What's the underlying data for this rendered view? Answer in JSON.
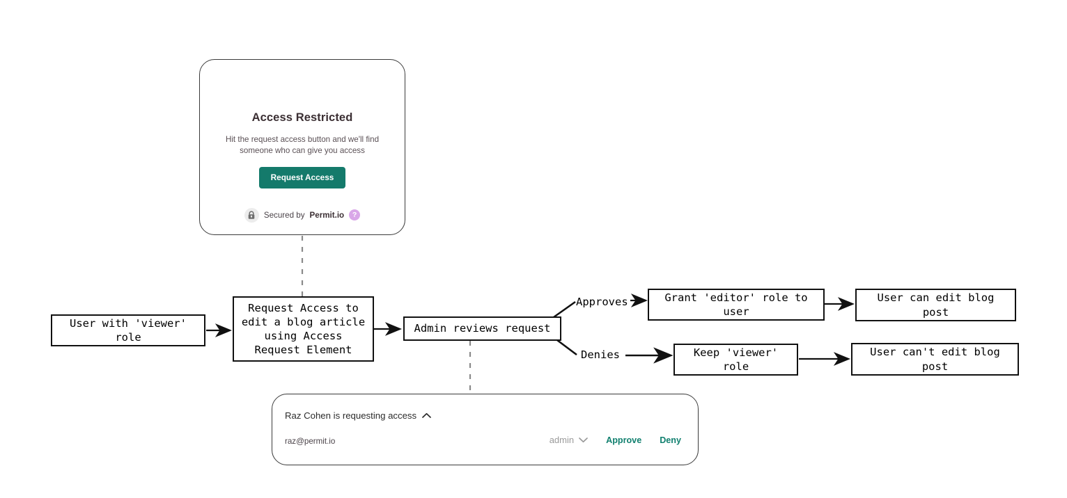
{
  "flow": {
    "nodes": [
      {
        "id": "user-viewer",
        "label": "User with 'viewer'\nrole"
      },
      {
        "id": "request-access",
        "label": "Request Access to\nedit a blog article\nusing Access\nRequest Element"
      },
      {
        "id": "admin-reviews",
        "label": "Admin reviews request"
      },
      {
        "id": "grant-editor",
        "label": "Grant 'editor' role to\nuser"
      },
      {
        "id": "keep-viewer",
        "label": "Keep 'viewer'\nrole"
      },
      {
        "id": "can-edit",
        "label": "User can edit blog\npost"
      },
      {
        "id": "cannot-edit",
        "label": "User can't edit blog\npost"
      }
    ],
    "edge_labels": {
      "approves": "Approves",
      "denies": "Denies"
    },
    "colors": {
      "box_border": "#111111",
      "dashed_connector": "#8a8a8a"
    }
  },
  "access_card": {
    "title": "Access Restricted",
    "subtitle": "Hit the request access button and we'll find someone who can give you access",
    "button_label": "Request Access",
    "secured_prefix": "Secured by",
    "brand": "Permit.io",
    "help_glyph": "?",
    "lock_icon_name": "lock-icon",
    "button_color": "#147a6b"
  },
  "approval_card": {
    "heading": "Raz Cohen is requesting access",
    "collapse_caret": "⌃",
    "email": "raz@permit.io",
    "role_value": "admin",
    "role_caret": "⌄",
    "approve_label": "Approve",
    "deny_label": "Deny",
    "link_color": "#11806f"
  }
}
